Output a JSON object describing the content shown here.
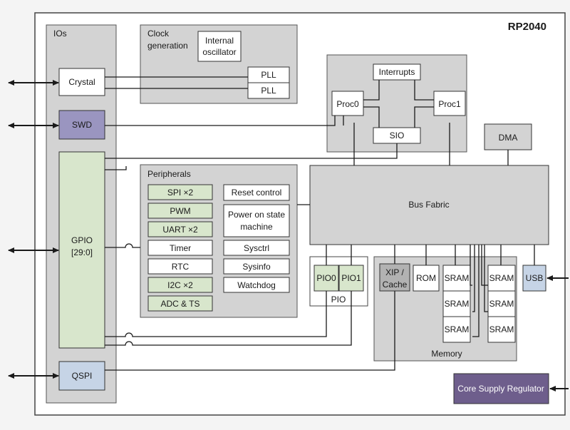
{
  "chip": {
    "title": "RP2040"
  },
  "ios": {
    "title": "IOs",
    "crystal": "Crystal",
    "swd": "SWD",
    "gpio": "GPIO",
    "gpio_pins": "[29:0]",
    "qspi": "QSPI"
  },
  "clock": {
    "title_line1": "Clock",
    "title_line2": "generation",
    "osc_line1": "Internal",
    "osc_line2": "oscillator",
    "pll1": "PLL",
    "pll2": "PLL"
  },
  "proc": {
    "interrupts": "Interrupts",
    "proc0": "Proc0",
    "proc1": "Proc1",
    "sio": "SIO"
  },
  "dma": "DMA",
  "bus_fabric": "Bus Fabric",
  "peripherals": {
    "title": "Peripherals",
    "left": [
      "SPI ×2",
      "PWM",
      "UART ×2",
      "Timer",
      "RTC",
      "I2C ×2",
      "ADC & TS"
    ],
    "reset": "Reset control",
    "power_line1": "Power on state",
    "power_line2": "machine",
    "right": [
      "Sysctrl",
      "Sysinfo",
      "Watchdog"
    ]
  },
  "pio": {
    "title": "PIO",
    "pio0": "PIO0",
    "pio1": "PIO1"
  },
  "memory": {
    "title": "Memory",
    "xip_line1": "XIP /",
    "xip_line2": "Cache",
    "rom": "ROM",
    "sram": [
      "SRAM",
      "SRAM",
      "SRAM",
      "SRAM",
      "SRAM",
      "SRAM"
    ]
  },
  "usb": "USB",
  "regulator": "Core Supply Regulator",
  "colors": {
    "panel": "#d3d3d3",
    "green": "#d8e6cc",
    "purple_swd": "#9a95c0",
    "regulator": "#6e5e8c",
    "usb": "#c6d4e6",
    "xip": "#b2b2b2",
    "white": "#ffffff",
    "line": "#1a1a1a"
  }
}
